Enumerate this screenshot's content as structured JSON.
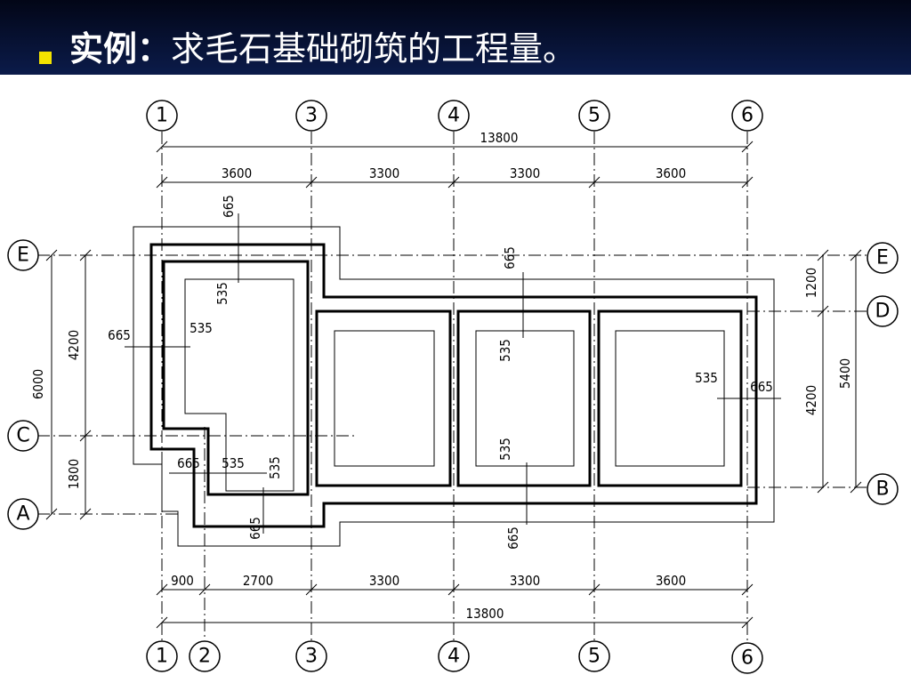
{
  "header": {
    "bullet_color": "#f4e300",
    "title_bold": "实例：",
    "title_rest": "求毛石基础砌筑的工程量。"
  },
  "axes": {
    "top": [
      "1",
      "3",
      "4",
      "5",
      "6"
    ],
    "bottom": [
      "1",
      "2",
      "3",
      "4",
      "5",
      "6"
    ],
    "left": [
      "E",
      "C",
      "A"
    ],
    "right": [
      "E",
      "D",
      "B"
    ]
  },
  "dimensions": {
    "top_total": "13800",
    "top_spans": [
      "3600",
      "3300",
      "3300",
      "3600"
    ],
    "bottom_total": "13800",
    "bottom_spans": [
      "900",
      "2700",
      "3300",
      "3300",
      "3600"
    ],
    "left_total": "6000",
    "left_spans": [
      "4200",
      "1800"
    ],
    "right_total": "5400",
    "right_spans": [
      "1200",
      "4200"
    ],
    "offset_outer": "665",
    "offset_inner": "535"
  }
}
